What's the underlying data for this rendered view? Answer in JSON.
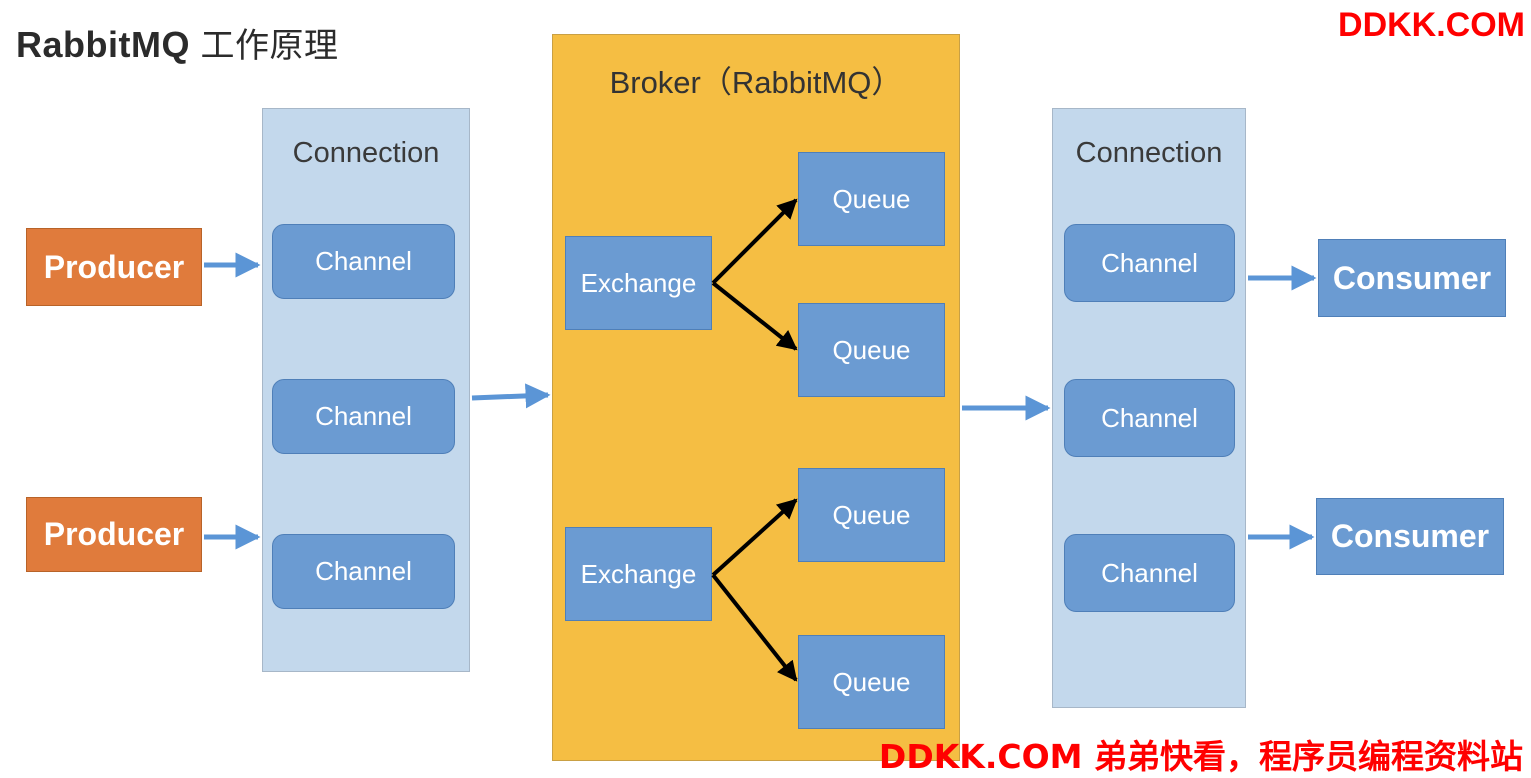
{
  "title": {
    "main": "RabbitMQ",
    "cn": "工作原理"
  },
  "brand": "DDKK.COM",
  "footer": "DDKK.COM 弟弟快看，程序员编程资料站",
  "producers": [
    "Producer",
    "Producer"
  ],
  "left_connection": {
    "label": "Connection",
    "channels": [
      "Channel",
      "Channel",
      "Channel"
    ]
  },
  "broker": {
    "label": "Broker（RabbitMQ）",
    "exchanges": [
      {
        "label": "Exchange",
        "queues": [
          "Queue",
          "Queue"
        ]
      },
      {
        "label": "Exchange",
        "queues": [
          "Queue",
          "Queue"
        ]
      }
    ]
  },
  "right_connection": {
    "label": "Connection",
    "channels": [
      "Channel",
      "Channel",
      "Channel"
    ]
  },
  "consumers": [
    "Consumer",
    "Consumer"
  ],
  "colors": {
    "producer": "#e07b3c",
    "blue_box": "#6b9bd2",
    "connection_panel": "#c3d8ec",
    "broker": "#f5be43",
    "arrow_blue": "#5b95d6",
    "arrow_black": "#000000",
    "brand_red": "#ff0000"
  }
}
